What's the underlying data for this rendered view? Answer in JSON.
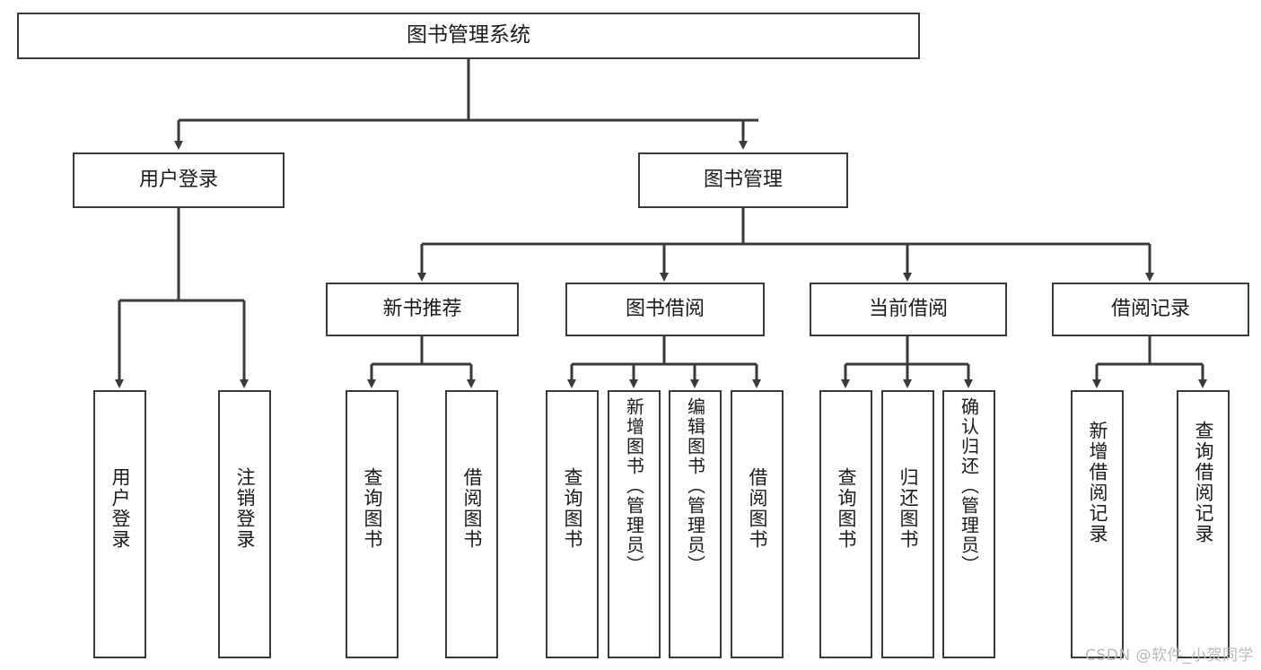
{
  "diagram": {
    "title": "图书管理系统",
    "type": "tree",
    "orientation": "top-down",
    "line_color": "#3a3a3a",
    "box_fill": "#ffffff",
    "text_color": "#1a1a1a",
    "watermark": "CSDN @软件_小贺同学",
    "watermark_color": "#b9b9b9"
  },
  "nodes": {
    "root": {
      "label": "图书管理系统",
      "level": 1
    },
    "level2": [
      {
        "id": "user-login",
        "label": "用户登录"
      },
      {
        "id": "book-manage",
        "label": "图书管理"
      }
    ],
    "level3": [
      {
        "id": "new-book-recommend",
        "label": "新书推荐",
        "parent": "book-manage"
      },
      {
        "id": "book-borrow",
        "label": "图书借阅",
        "parent": "book-manage"
      },
      {
        "id": "current-borrow",
        "label": "当前借阅",
        "parent": "book-manage"
      },
      {
        "id": "borrow-record",
        "label": "借阅记录",
        "parent": "book-manage"
      }
    ],
    "leaves": [
      {
        "id": "leaf-user-login",
        "label": "用户登录",
        "parent": "user-login"
      },
      {
        "id": "leaf-logout-login",
        "label": "注销登录",
        "parent": "user-login"
      },
      {
        "id": "leaf-query-book-1",
        "label": "查询图书",
        "parent": "new-book-recommend"
      },
      {
        "id": "leaf-borrow-book-1",
        "label": "借阅图书",
        "parent": "new-book-recommend"
      },
      {
        "id": "leaf-query-book-2",
        "label": "查询图书",
        "parent": "book-borrow"
      },
      {
        "id": "leaf-add-book",
        "label": "新增图书（管理员）",
        "parent": "book-borrow"
      },
      {
        "id": "leaf-edit-book",
        "label": "编辑图书（管理员）",
        "parent": "book-borrow"
      },
      {
        "id": "leaf-borrow-book-2",
        "label": "借阅图书",
        "parent": "book-borrow"
      },
      {
        "id": "leaf-query-book-3",
        "label": "查询图书",
        "parent": "current-borrow"
      },
      {
        "id": "leaf-return-book",
        "label": "归还图书",
        "parent": "current-borrow"
      },
      {
        "id": "leaf-confirm-return",
        "label": "确认归还（管理员）",
        "parent": "current-borrow"
      },
      {
        "id": "leaf-add-borrow-record",
        "label": "新增借阅记录",
        "parent": "borrow-record"
      },
      {
        "id": "leaf-query-borrow-record",
        "label": "查询借阅记录",
        "parent": "borrow-record"
      }
    ]
  }
}
